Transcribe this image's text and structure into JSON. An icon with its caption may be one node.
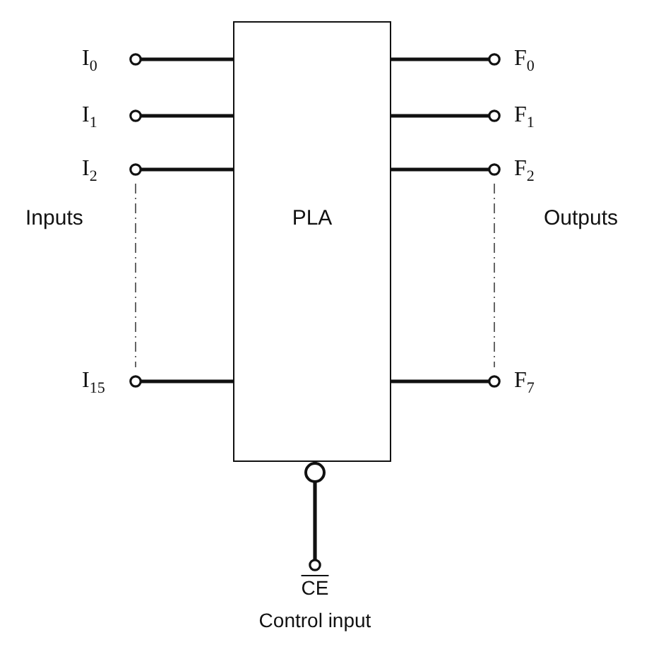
{
  "diagram": {
    "nodes": [
      {
        "text": [
          "PLA"
        ]
      },
      {
        "text": [
          "I$_{0}$"
        ]
      },
      {
        "text": [
          "I$_{1}$"
        ]
      },
      {
        "text": [
          "I$_{2}$"
        ]
      },
      {
        "text": [
          "I$_{15}$"
        ]
      },
      {
        "text": [
          "F$_{0}$"
        ]
      },
      {
        "text": [
          "F$_{1}$"
        ]
      },
      {
        "text": [
          "F$_{2}$"
        ]
      },
      {
        "text": [
          "F$_{7}$"
        ]
      },
      {
        "text": [
          "CE"
        ],
        "beside": [
          "Control input"
        ]
      }
    ],
    "edges": [
      {
        "from": 1,
        "to": 0,
        "arrow": "other"
      },
      {
        "from": 2,
        "to": 0,
        "arrow": "other"
      },
      {
        "from": 3,
        "to": 0,
        "arrow": "other"
      },
      {
        "from": 4,
        "to": 0,
        "arrow": "other"
      },
      {
        "from": 0,
        "to": 5,
        "arrow": "other"
      },
      {
        "from": 0,
        "to": 6,
        "arrow": "other"
      },
      {
        "from": 0,
        "to": 7,
        "arrow": "other"
      },
      {
        "from": 0,
        "to": 8,
        "arrow": "other"
      },
      {
        "from": 9,
        "to": 0,
        "arrow": "other"
      },
      {
        "from": 3,
        "to": 4,
        "arrow": "none",
        "style": "dashed"
      },
      {
        "from": 7,
        "to": 8,
        "arrow": "none",
        "style": "dashed"
      }
    ],
    "labels": [
      "Inputs",
      "Outputs"
    ]
  }
}
